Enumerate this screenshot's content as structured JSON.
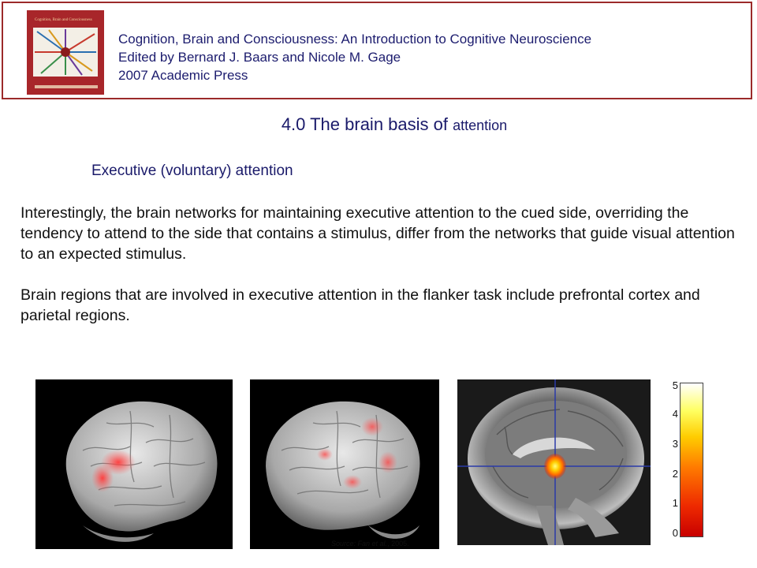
{
  "header": {
    "book_title": "Cognition, Brain and Consciousness: An Introduction to Cognitive Neuroscience",
    "editors": "Edited by Bernard J. Baars and Nicole M. Gage",
    "publisher": "2007 Academic Press",
    "cover": {
      "title": "Cognition, Brain and Consciousness",
      "subtitle": "An Introduction to Cognitive Neuroscience",
      "icon": "book-cover-icon"
    }
  },
  "slide": {
    "title_main": "4.0 The brain basis of ",
    "title_small": "attention",
    "subtitle": "Executive (voluntary) attention",
    "paragraphs": [
      "Interestingly, the brain networks for maintaining executive attention to the cued side, overriding the tendency to attend to the side that contains a stimulus, differ from the networks that guide visual attention to an expected stimulus.",
      "Brain regions that are involved in executive attention in the flanker task include prefrontal cortex and parietal regions."
    ]
  },
  "figure": {
    "colorbar_ticks": [
      "5",
      "4",
      "3",
      "2",
      "1",
      "0"
    ],
    "source_label": "Source: ",
    "source_author": "Fan et al.",
    "source_year": ", 2005."
  },
  "colors": {
    "accent": "#9b2a2a",
    "title": "#1a1a6a"
  }
}
